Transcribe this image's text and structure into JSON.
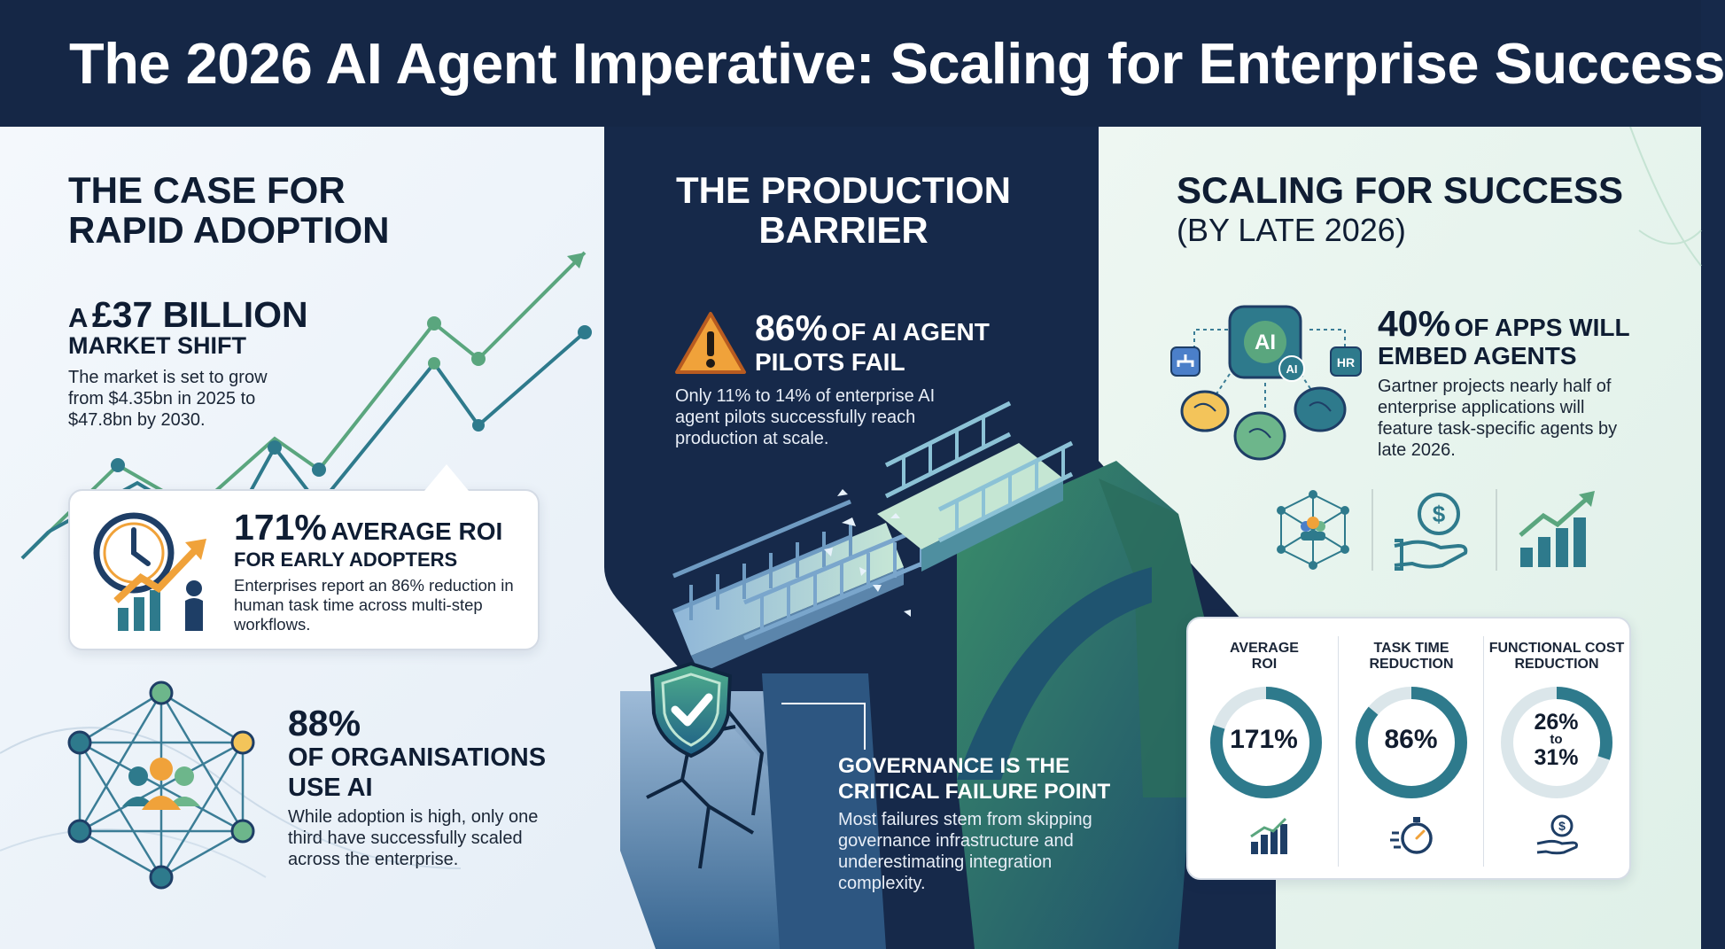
{
  "title": "The 2026 AI Agent Imperative: Scaling for Enterprise Success",
  "left": {
    "heading_line1": "THE CASE FOR",
    "heading_line2": "RAPID ADOPTION",
    "market": {
      "prefix": "A",
      "value": "£37 BILLION",
      "line2": "MARKET SHIFT",
      "body": "The market is set to grow from $4.35bn in 2025 to $47.8bn by 2030."
    },
    "roi": {
      "value": "171%",
      "label": "AVERAGE ROI",
      "line2": "FOR EARLY ADOPTERS",
      "body": "Enterprises report an 86% reduction in human task time across multi-step workflows."
    },
    "adoption": {
      "value": "88%",
      "line2": "OF ORGANISATIONS",
      "line3": "USE AI",
      "body": "While adoption is high, only one third have successfully scaled across the enterprise."
    }
  },
  "middle": {
    "heading_line1": "THE PRODUCTION",
    "heading_line2": "BARRIER",
    "fail": {
      "value": "86%",
      "label": "OF AI AGENT",
      "line2": "PILOTS FAIL",
      "body": "Only 11% to 14% of enterprise AI agent pilots successfully reach production at scale."
    },
    "governance": {
      "line1": "GOVERNANCE IS THE",
      "line2": "CRITICAL FAILURE POINT",
      "body": "Most failures stem from skipping governance infrastructure and underestimating integration complexity."
    }
  },
  "right": {
    "heading_line1": "SCALING FOR SUCCESS",
    "heading_line2": "(BY LATE 2026)",
    "apps": {
      "value": "40%",
      "label": "OF APPS WILL",
      "line2": "EMBED AGENTS",
      "body": "Gartner projects nearly half of enterprise applications will feature task-specific agents by late 2026."
    },
    "cluster_ai_badge": "AI",
    "cluster_ai_small": "AI",
    "cluster_hr_badge": "HR",
    "metrics": [
      {
        "label": "AVERAGE ROI",
        "value": "171%",
        "fill": 0.8,
        "icon": "bar-chart-icon"
      },
      {
        "label": "TASK TIME REDUCTION",
        "value": "86%",
        "fill": 0.86,
        "icon": "stopwatch-icon"
      },
      {
        "label": "FUNCTIONAL COST REDUCTION",
        "value_top": "26%",
        "value_mid": "to",
        "value_bottom": "31%",
        "fill": 0.3,
        "icon": "money-hand-icon"
      }
    ]
  },
  "colors": {
    "navy": "#152746",
    "teal": "#2e7a8c",
    "green": "#3f9a6a",
    "ring_track": "#dbe6ea",
    "warning": "#f0a23a"
  }
}
